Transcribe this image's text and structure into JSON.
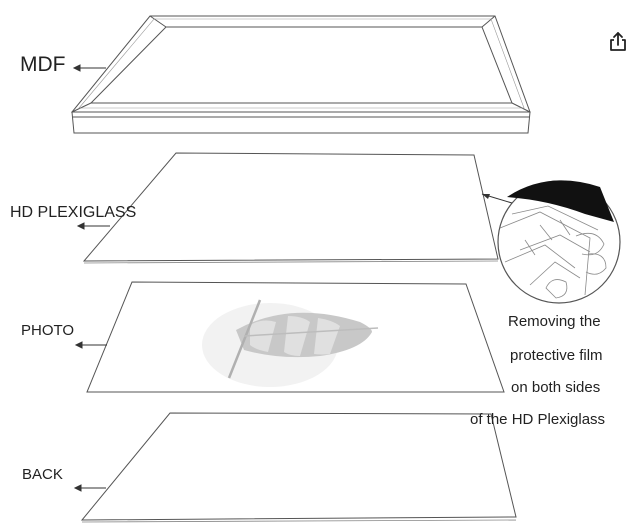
{
  "labels": {
    "mdf": "MDF",
    "plexiglass": "HD PLEXIGLASS",
    "photo": "PHOTO",
    "back": "BACK"
  },
  "note": {
    "line1": "Removing the",
    "line2": "protective film",
    "line3": "on both sides",
    "line4": "of the HD Plexiglass"
  },
  "icons": {
    "share": "share-icon"
  },
  "colors": {
    "stroke": "#555555",
    "text": "#222222",
    "feather": "#c8c8c8",
    "film_dark": "#111111"
  }
}
